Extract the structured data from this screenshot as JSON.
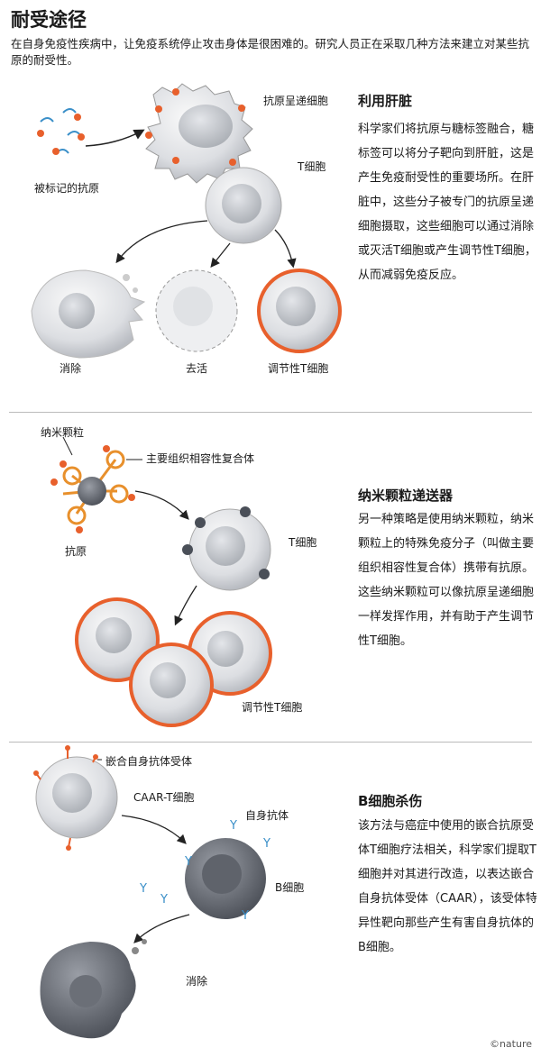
{
  "header": {
    "title": "耐受途径",
    "intro": "在自身免疫性疾病中，让免疫系统停止攻击身体是很困难的。研究人员正在采取几种方法来建立对某些抗原的耐受性。"
  },
  "sections": [
    {
      "title": "利用肝脏",
      "body": "科学家们将抗原与糖标签融合，糖标签可以将分子靶向到肝脏，这是产生免疫耐受性的重要场所。在肝脏中，这些分子被专门的抗原呈递细胞摄取，这些细胞可以通过消除或灭活T细胞或产生调节性T细胞，从而减弱免疫反应。",
      "labels": {
        "apc": "抗原呈递细胞",
        "tagged": "被标记的抗原",
        "tcell": "T细胞",
        "eliminate": "消除",
        "inactivate": "去活",
        "treg": "调节性T细胞"
      }
    },
    {
      "title": "纳米颗粒递送器",
      "body": "另一种策略是使用纳米颗粒，纳米颗粒上的特殊免疫分子（叫做主要组织相容性复合体）携带有抗原。这些纳米颗粒可以像抗原呈递细胞一样发挥作用，并有助于产生调节性T细胞。",
      "labels": {
        "nano": "纳米颗粒",
        "mhc": "主要组织相容性复合体",
        "antigen": "抗原",
        "tcell": "T细胞",
        "treg": "调节性T细胞"
      }
    },
    {
      "title": "B细胞杀伤",
      "body": "该方法与癌症中使用的嵌合抗原受体T细胞疗法相关，科学家们提取T细胞并对其进行改造，以表达嵌合自身抗体受体（CAAR），该受体特异性靶向那些产生有害自身抗体的B细胞。",
      "labels": {
        "caar": "嵌合自身抗体受体",
        "caart": "CAAR-T细胞",
        "autoab": "自身抗体",
        "bcell": "B细胞",
        "eliminate": "消除"
      }
    }
  ],
  "credit": "©nature",
  "colors": {
    "orange": "#e8602c",
    "blue": "#3a8fc8",
    "dark": "#4a4f58"
  }
}
